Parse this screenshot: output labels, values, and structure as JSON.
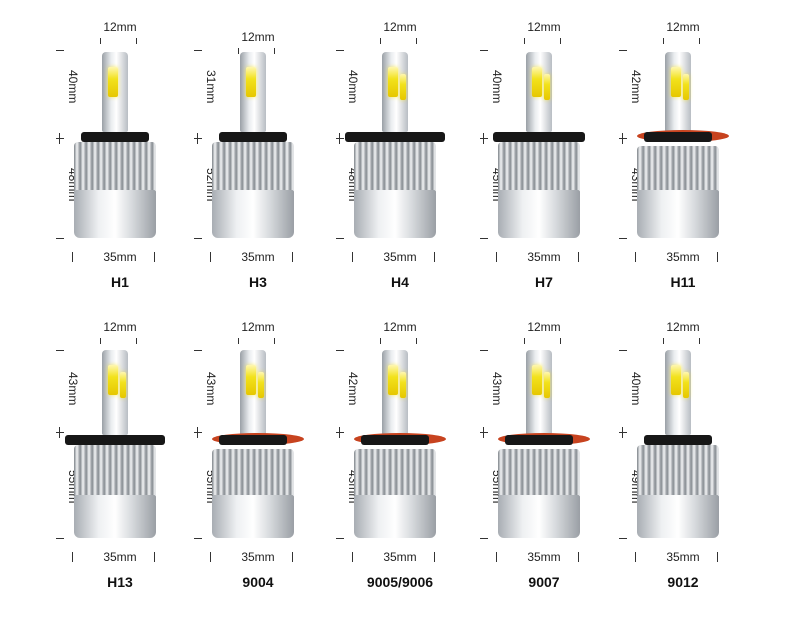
{
  "width_label": "12mm",
  "base_width_label": "35mm",
  "colors": {
    "chip": "#f2e21c",
    "base": "#171717",
    "ring": "#c7431f",
    "metal": "#e9ecef"
  },
  "bulbs": [
    {
      "model": "H1",
      "upper": "40mm",
      "lower": "48mm",
      "has_ring": false,
      "icon": "led-bulb-h1-icon"
    },
    {
      "model": "H3",
      "upper": "31mm",
      "lower": "52mm",
      "has_ring": false,
      "icon": "led-bulb-h3-icon"
    },
    {
      "model": "H4",
      "upper": "40mm",
      "lower": "48mm",
      "has_ring": false,
      "icon": "led-bulb-h4-icon"
    },
    {
      "model": "H7",
      "upper": "40mm",
      "lower": "45mm",
      "has_ring": false,
      "icon": "led-bulb-h7-icon"
    },
    {
      "model": "H11",
      "upper": "42mm",
      "lower": "43mm",
      "has_ring": true,
      "icon": "led-bulb-h11-icon"
    },
    {
      "model": "H13",
      "upper": "43mm",
      "lower": "55mm",
      "has_ring": false,
      "icon": "led-bulb-h13-icon"
    },
    {
      "model": "9004",
      "upper": "43mm",
      "lower": "55mm",
      "has_ring": true,
      "icon": "led-bulb-9004-icon"
    },
    {
      "model": "9005/9006",
      "upper": "42mm",
      "lower": "43mm",
      "has_ring": true,
      "icon": "led-bulb-9005-9006-icon"
    },
    {
      "model": "9007",
      "upper": "43mm",
      "lower": "55mm",
      "has_ring": true,
      "icon": "led-bulb-9007-icon"
    },
    {
      "model": "9012",
      "upper": "40mm",
      "lower": "49mm",
      "has_ring": false,
      "icon": "led-bulb-9012-icon"
    }
  ]
}
